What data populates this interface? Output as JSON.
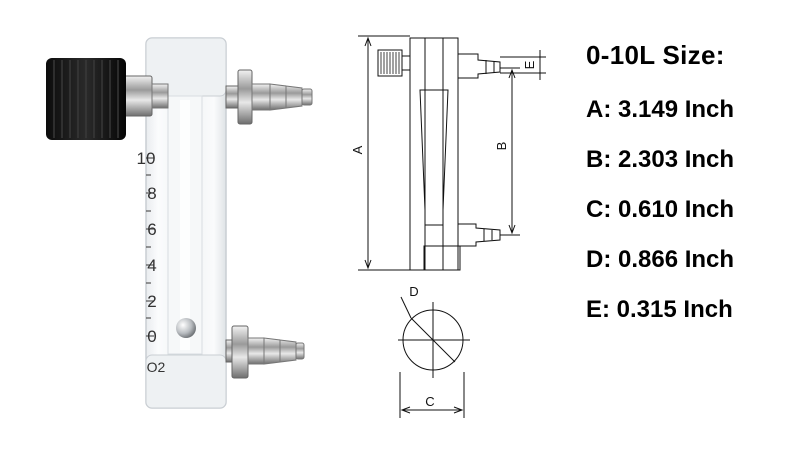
{
  "product_photo": {
    "scale_numbers": [
      "10",
      "8",
      "6",
      "4",
      "2",
      "0"
    ],
    "gas_label": "O2"
  },
  "drawing": {
    "labels": {
      "a": "A",
      "b": "B",
      "c": "C",
      "d": "D",
      "e": "E"
    }
  },
  "specs": {
    "title": "0-10L Size:",
    "items": [
      {
        "text": "A: 3.149 Inch"
      },
      {
        "text": "B: 2.303 Inch"
      },
      {
        "text": "C: 0.610 Inch"
      },
      {
        "text": "D: 0.866 Inch"
      },
      {
        "text": "E: 0.315 Inch"
      }
    ]
  }
}
